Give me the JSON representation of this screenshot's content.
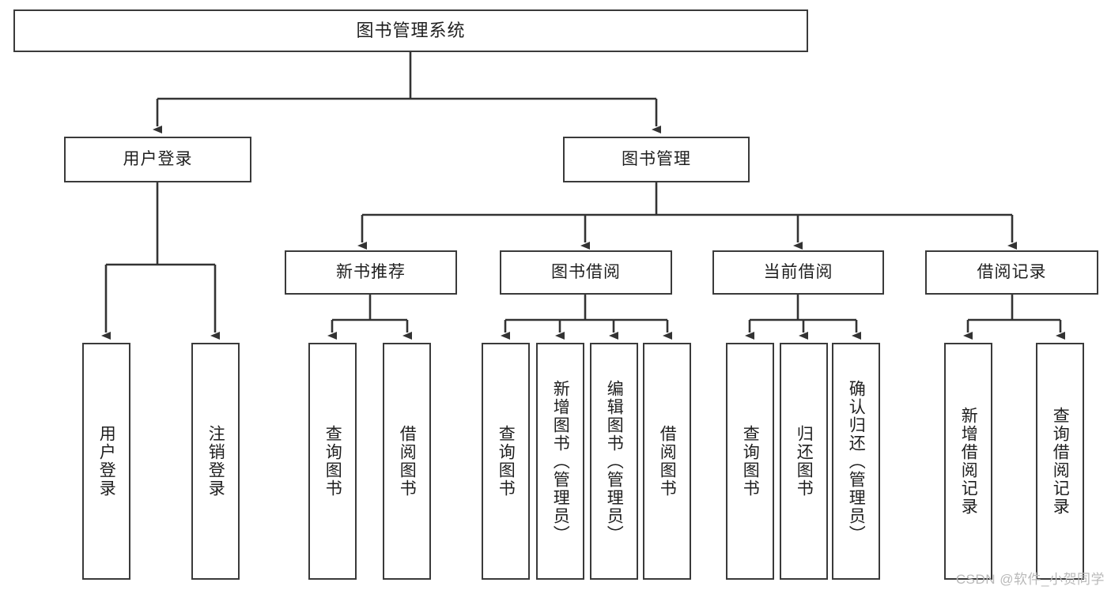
{
  "diagram": {
    "type": "tree-hierarchy",
    "title": "图书管理系统",
    "watermark": "CSDN @软件_小贺同学",
    "colors": {
      "box_border": "#3a3a3a",
      "box_fill": "#ffffff",
      "connector": "#333333",
      "text": "#1f1f1f",
      "watermark": "#b9b9b9"
    },
    "nodes": {
      "root": {
        "label": "图书管理系统"
      },
      "level2": [
        {
          "label": "用户登录"
        },
        {
          "label": "图书管理"
        }
      ],
      "level3": [
        {
          "label": "新书推荐"
        },
        {
          "label": "图书借阅"
        },
        {
          "label": "当前借阅"
        },
        {
          "label": "借阅记录"
        }
      ],
      "leaves": {
        "user_login": [
          {
            "label": "用户登录"
          },
          {
            "label": "注销登录"
          }
        ],
        "new_book_recommend": [
          {
            "label": "查询图书"
          },
          {
            "label": "借阅图书"
          }
        ],
        "book_borrow": [
          {
            "label": "查询图书"
          },
          {
            "label": "新增图书（管理员）"
          },
          {
            "label": "编辑图书（管理员）"
          },
          {
            "label": "借阅图书"
          }
        ],
        "current_borrow": [
          {
            "label": "查询图书"
          },
          {
            "label": "归还图书"
          },
          {
            "label": "确认归还（管理员）"
          }
        ],
        "borrow_record": [
          {
            "label": "新增借阅记录"
          },
          {
            "label": "查询借阅记录"
          }
        ]
      }
    }
  }
}
